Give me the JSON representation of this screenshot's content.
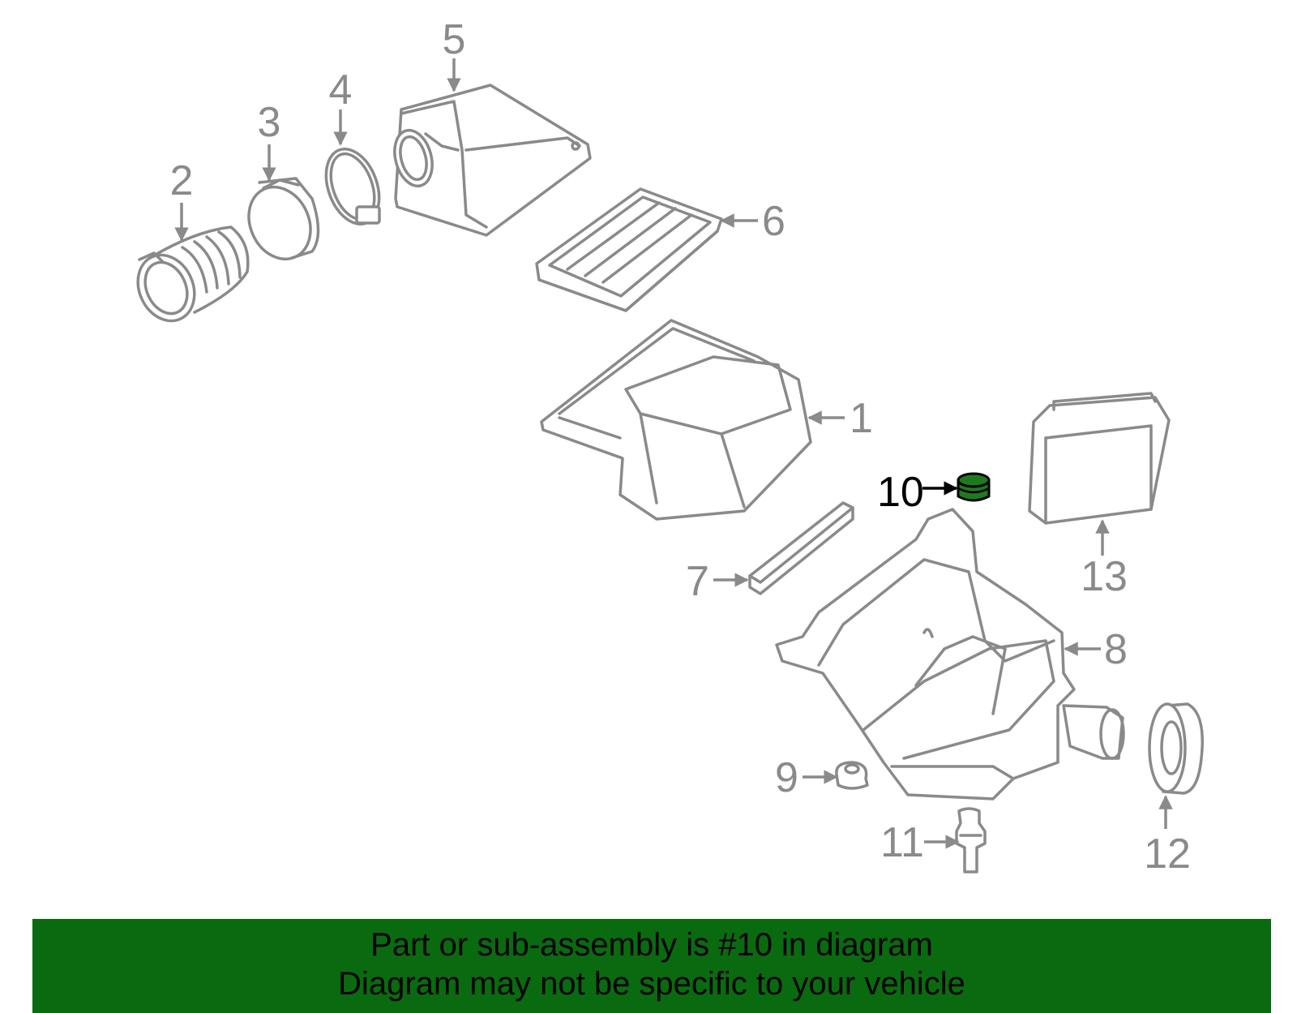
{
  "callouts": {
    "c1": "1",
    "c2": "2",
    "c3": "3",
    "c4": "4",
    "c5": "5",
    "c6": "6",
    "c7": "7",
    "c8": "8",
    "c9": "9",
    "c10": "10",
    "c11": "11",
    "c12": "12",
    "c13": "13"
  },
  "highlighted_part": "10",
  "colors": {
    "highlight_part": "#1f7a1f",
    "banner_bg": "#0a6a10",
    "line": "#8a8a8a"
  },
  "banner": {
    "line1": "Part or sub-assembly is #10 in diagram",
    "line2": "Diagram may not be specific to your vehicle"
  }
}
